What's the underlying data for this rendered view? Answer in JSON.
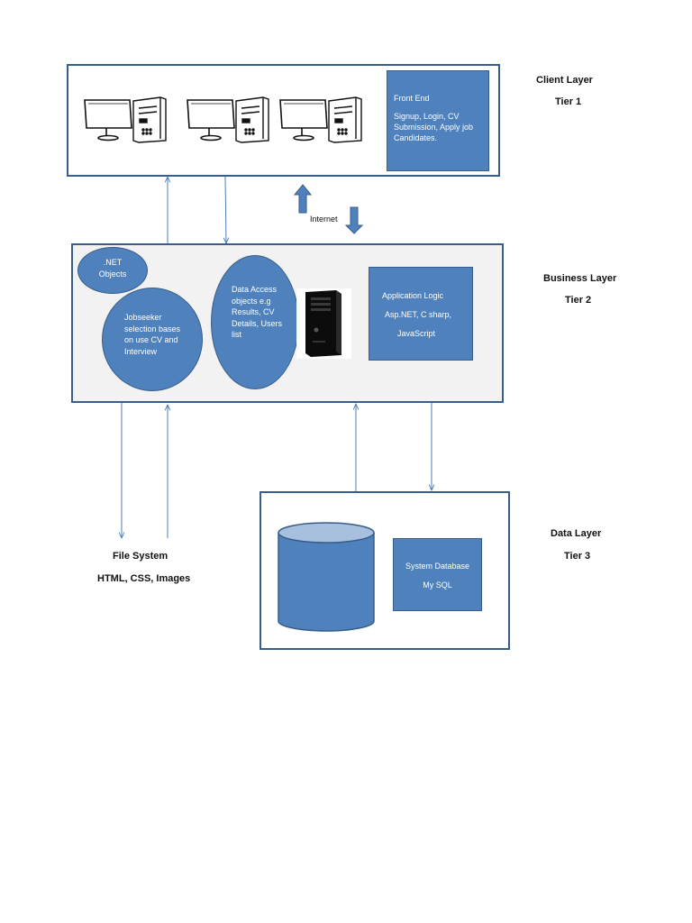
{
  "client": {
    "layer_label": "Client Layer",
    "tier_label": "Tier 1",
    "front_end_title": "Front End",
    "front_end_desc": "Signup, Login, CV Submission, Apply job Candidates."
  },
  "internet_label": "Internet",
  "business": {
    "layer_label": "Business Layer",
    "tier_label": "Tier 2",
    "net_objects": ".NET Objects",
    "jobseeker": "Jobseeker selection bases on use CV and Interview",
    "data_access": "Data Access objects e.g Results, CV Details, Users list",
    "app_logic_title": "Application Logic",
    "app_logic_tech": "Asp.NET, C sharp,",
    "app_logic_js": "JavaScript"
  },
  "file_system": {
    "title": "File System",
    "subtitle": "HTML, CSS, Images"
  },
  "data": {
    "layer_label": "Data Layer",
    "tier_label": "Tier 3",
    "db_title": "System Database",
    "db_name": "My SQL"
  },
  "colors": {
    "box_fill": "#4f81bd",
    "box_border": "#385d8a",
    "business_bg": "#f2f2f2",
    "connector": "#4a7ebb"
  },
  "icons": [
    "monitor-icon",
    "pc-tower-icon",
    "server-tower-icon",
    "database-cylinder-icon"
  ]
}
